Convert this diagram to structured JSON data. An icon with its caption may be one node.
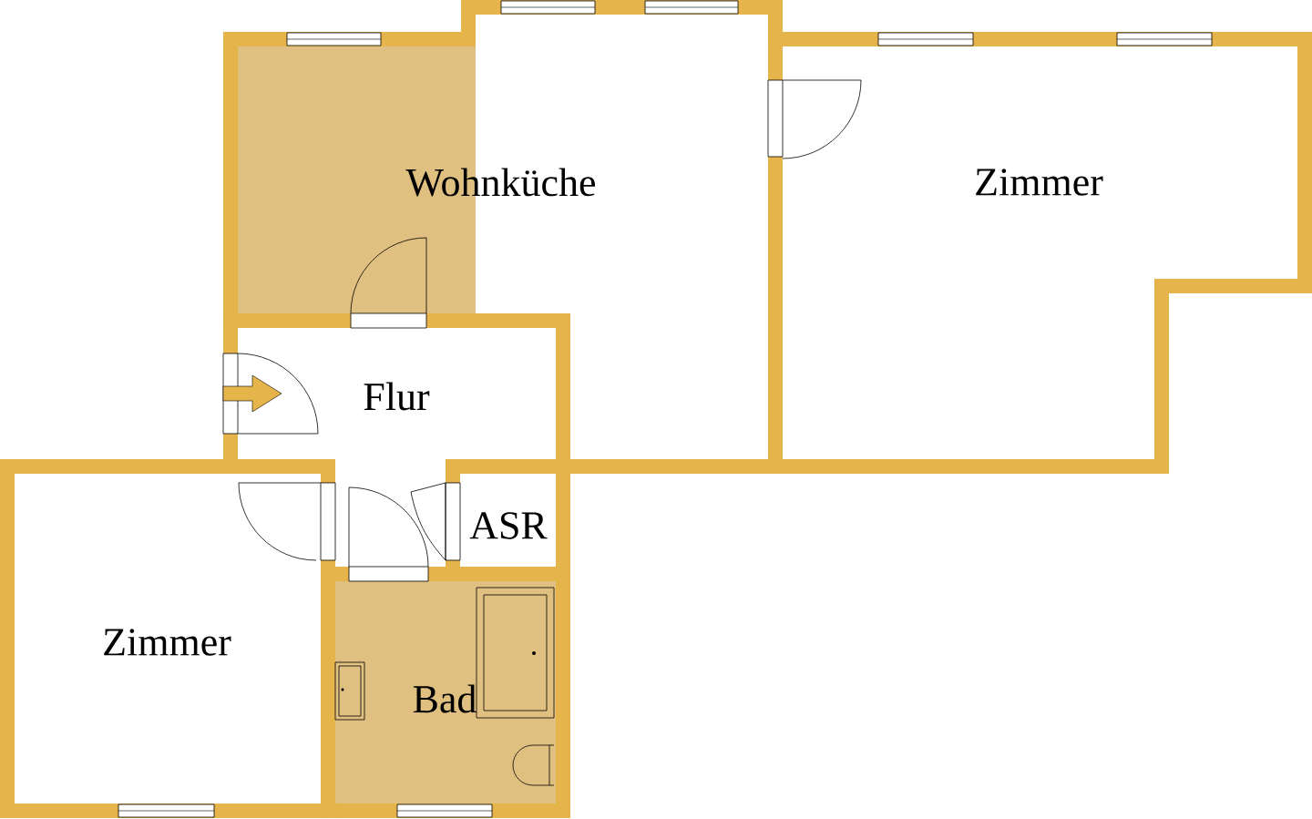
{
  "diagram": {
    "labels": [
      "Wohnküche",
      "Zimmer",
      "Flur",
      "ASR",
      "Zimmer",
      "Bad"
    ]
  }
}
